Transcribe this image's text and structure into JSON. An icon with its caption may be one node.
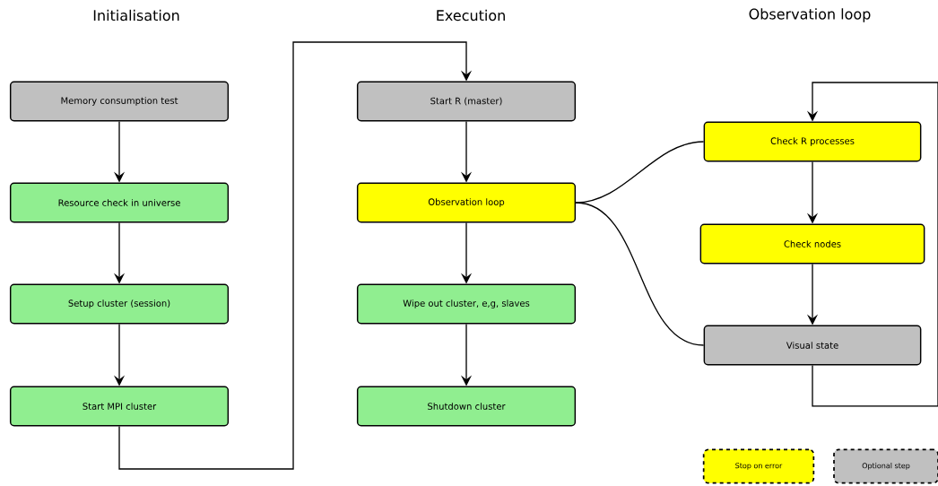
{
  "diagram": {
    "nodes": [
      {
        "text": [
          "Memory consumption test"
        ]
      },
      {
        "text": [
          "Resource check in universe"
        ]
      },
      {
        "text": [
          "Setup cluster (session)"
        ]
      },
      {
        "text": [
          "Start MPI cluster"
        ]
      },
      {
        "text": [
          "Start R (master)"
        ]
      },
      {
        "text": [
          "Observation loop"
        ]
      },
      {
        "text": [
          "Wipe out cluster, e,g, slaves"
        ]
      },
      {
        "text": [
          "Shutdown cluster"
        ]
      },
      {
        "text": [
          "Check R processes"
        ]
      },
      {
        "text": [
          "Check nodes"
        ]
      },
      {
        "text": [
          "Visual state"
        ]
      }
    ],
    "edges": [
      {
        "from": 0,
        "to": 1,
        "arrow": "to"
      },
      {
        "from": 1,
        "to": 2,
        "arrow": "to"
      },
      {
        "from": 2,
        "to": 3,
        "arrow": "to"
      },
      {
        "from": 3,
        "to": 4,
        "arrow": "to"
      },
      {
        "from": 4,
        "to": 5,
        "arrow": "to"
      },
      {
        "from": 5,
        "to": 6,
        "arrow": "to"
      },
      {
        "from": 6,
        "to": 7,
        "arrow": "to"
      },
      {
        "from": 5,
        "to": 8,
        "arrow": "none"
      },
      {
        "from": 5,
        "to": 10,
        "arrow": "none"
      },
      {
        "from": 8,
        "to": 9,
        "arrow": "to"
      },
      {
        "from": 9,
        "to": 10,
        "arrow": "to"
      },
      {
        "from": 10,
        "to": 8,
        "arrow": "to"
      }
    ],
    "labels": [
      "Initialisation",
      "Execution",
      "Observation loop"
    ],
    "legend": [
      {
        "text": "Stop on error",
        "color": "#ffff00"
      },
      {
        "text": "Optional step",
        "color": "#c0c0c0"
      }
    ]
  }
}
